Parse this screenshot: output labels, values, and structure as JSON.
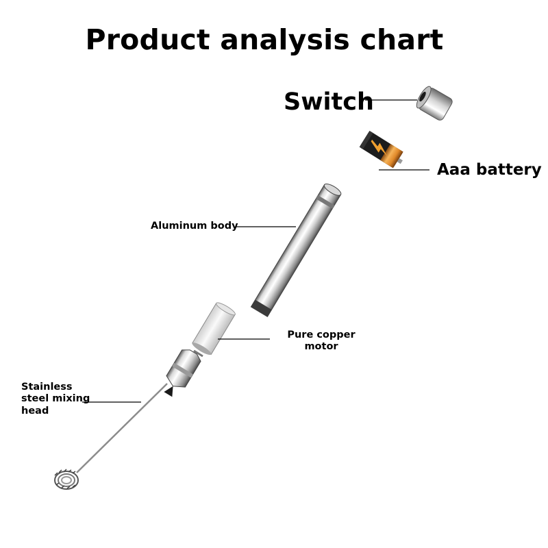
{
  "title": "Product analysis chart",
  "components": {
    "switch": "Switch",
    "battery": "Aaa battery",
    "body": "Aluminum body",
    "motor": "Pure copper motor",
    "head_lines": [
      "Stainless",
      "steel mixing",
      "head"
    ]
  },
  "colors": {
    "steel_light": "#f2f2f2",
    "steel_dark": "#6e6e6e",
    "battery_orange": "#e0892a",
    "battery_black": "#1c1c1c",
    "leader_line": "#000000"
  }
}
